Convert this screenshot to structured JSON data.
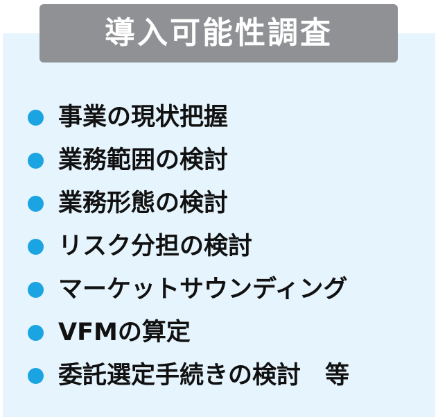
{
  "title": "導入可能性調査",
  "colors": {
    "title_bg": "#8f9194",
    "title_text": "#ffffff",
    "panel_bg": "#e6f4fd",
    "bullet": "#1ba4e2",
    "item_text": "#111111"
  },
  "items": [
    {
      "label": "事業の現状把握"
    },
    {
      "label": "業務範囲の検討"
    },
    {
      "label": "業務形態の検討"
    },
    {
      "label": "リスク分担の検討"
    },
    {
      "label": "マーケットサウンディング"
    },
    {
      "label": "VFMの算定"
    },
    {
      "label": "委託選定手続きの検討　等"
    }
  ]
}
